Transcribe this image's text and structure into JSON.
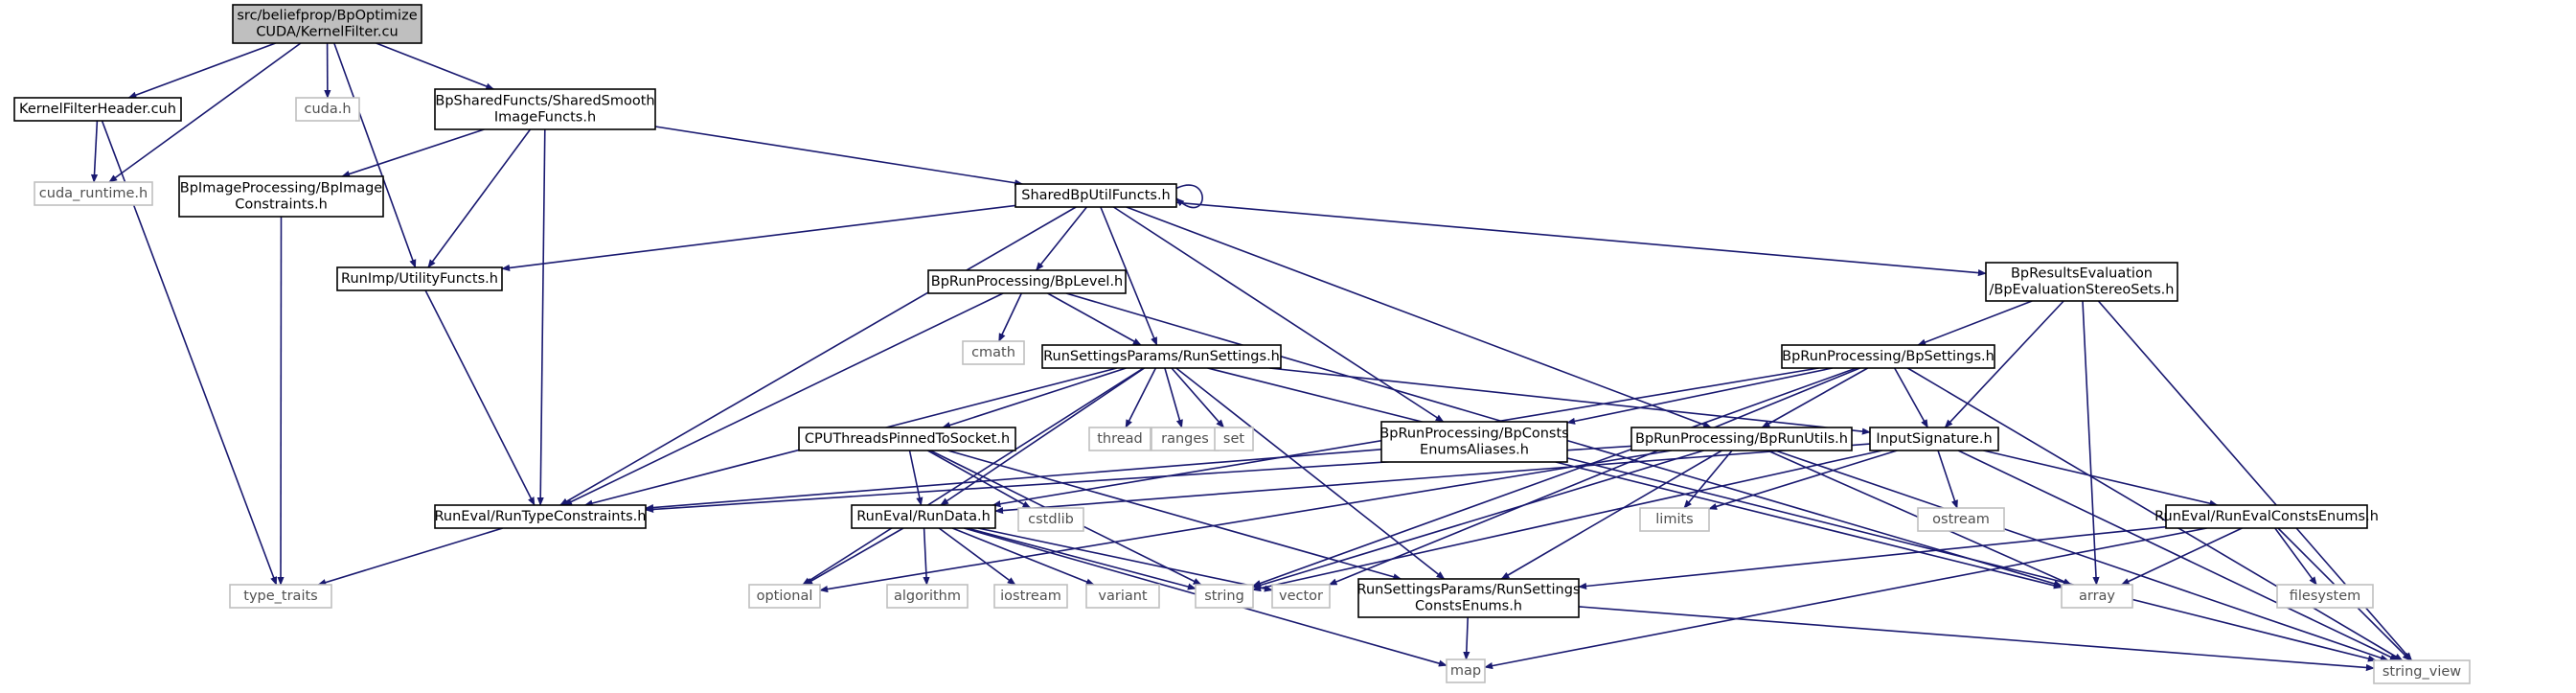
{
  "diagram": {
    "colors": {
      "edge": "#191970",
      "node_border": "#000000",
      "system_border": "#bfbfbf",
      "root_fill": "#bfbfbf",
      "text": "#000000",
      "system_text": "#505050"
    },
    "nodes": [
      {
        "id": "root",
        "kind": "root",
        "lines": [
          "src/beliefprop/BpOptimize",
          "CUDA/KernelFilter.cu"
        ]
      },
      {
        "id": "kfh",
        "kind": "file",
        "lines": [
          "KernelFilterHeader.cuh"
        ]
      },
      {
        "id": "cuda_runtime",
        "kind": "system",
        "lines": [
          "cuda_runtime.h"
        ]
      },
      {
        "id": "cuda_h",
        "kind": "system",
        "lines": [
          "cuda.h"
        ]
      },
      {
        "id": "ssif",
        "kind": "file",
        "lines": [
          "BpSharedFuncts/SharedSmooth",
          "ImageFuncts.h"
        ]
      },
      {
        "id": "bpimg",
        "kind": "file",
        "lines": [
          "BpImageProcessing/BpImage",
          "Constraints.h"
        ]
      },
      {
        "id": "utilf",
        "kind": "file",
        "lines": [
          "RunImp/UtilityFuncts.h"
        ]
      },
      {
        "id": "sbpuf",
        "kind": "file",
        "lines": [
          "SharedBpUtilFuncts.h"
        ]
      },
      {
        "id": "bplevel",
        "kind": "file",
        "lines": [
          "BpRunProcessing/BpLevel.h"
        ]
      },
      {
        "id": "bpeval",
        "kind": "file",
        "lines": [
          "BpResultsEvaluation",
          "/BpEvaluationStereoSets.h"
        ]
      },
      {
        "id": "cmath",
        "kind": "system",
        "lines": [
          "cmath"
        ]
      },
      {
        "id": "rsrs",
        "kind": "file",
        "lines": [
          "RunSettingsParams/RunSettings.h"
        ]
      },
      {
        "id": "bpset",
        "kind": "file",
        "lines": [
          "BpRunProcessing/BpSettings.h"
        ]
      },
      {
        "id": "cpu",
        "kind": "file",
        "lines": [
          "CPUThreadsPinnedToSocket.h"
        ]
      },
      {
        "id": "thread",
        "kind": "system",
        "lines": [
          "thread"
        ]
      },
      {
        "id": "ranges",
        "kind": "system",
        "lines": [
          "ranges"
        ]
      },
      {
        "id": "set",
        "kind": "system",
        "lines": [
          "set"
        ]
      },
      {
        "id": "bpconsts",
        "kind": "file",
        "lines": [
          "BpRunProcessing/BpConsts",
          "EnumsAliases.h"
        ]
      },
      {
        "id": "bprunutils",
        "kind": "file",
        "lines": [
          "BpRunProcessing/BpRunUtils.h"
        ]
      },
      {
        "id": "inputsig",
        "kind": "file",
        "lines": [
          "InputSignature.h"
        ]
      },
      {
        "id": "rtc",
        "kind": "file",
        "lines": [
          "RunEval/RunTypeConstraints.h"
        ]
      },
      {
        "id": "cstdlib",
        "kind": "system",
        "lines": [
          "cstdlib"
        ]
      },
      {
        "id": "rundata",
        "kind": "file",
        "lines": [
          "RunEval/RunData.h"
        ]
      },
      {
        "id": "limits",
        "kind": "system",
        "lines": [
          "limits"
        ]
      },
      {
        "id": "ostream",
        "kind": "system",
        "lines": [
          "ostream"
        ]
      },
      {
        "id": "recons",
        "kind": "file",
        "lines": [
          "RunEval/RunEvalConstsEnums.h"
        ]
      },
      {
        "id": "type_traits",
        "kind": "system",
        "lines": [
          "type_traits"
        ]
      },
      {
        "id": "optional",
        "kind": "system",
        "lines": [
          "optional"
        ]
      },
      {
        "id": "algorithm",
        "kind": "system",
        "lines": [
          "algorithm"
        ]
      },
      {
        "id": "iostream",
        "kind": "system",
        "lines": [
          "iostream"
        ]
      },
      {
        "id": "variant",
        "kind": "system",
        "lines": [
          "variant"
        ]
      },
      {
        "id": "string",
        "kind": "system",
        "lines": [
          "string"
        ]
      },
      {
        "id": "vector",
        "kind": "system",
        "lines": [
          "vector"
        ]
      },
      {
        "id": "rsce",
        "kind": "file",
        "lines": [
          "RunSettingsParams/RunSettings",
          "ConstsEnums.h"
        ]
      },
      {
        "id": "array",
        "kind": "system",
        "lines": [
          "array"
        ]
      },
      {
        "id": "filesystem",
        "kind": "system",
        "lines": [
          "filesystem"
        ]
      },
      {
        "id": "map",
        "kind": "system",
        "lines": [
          "map"
        ]
      },
      {
        "id": "string_view",
        "kind": "system",
        "lines": [
          "string_view"
        ]
      }
    ],
    "edges": [
      [
        "root",
        "kfh"
      ],
      [
        "root",
        "cuda_runtime"
      ],
      [
        "root",
        "cuda_h"
      ],
      [
        "root",
        "ssif"
      ],
      [
        "root",
        "utilf"
      ],
      [
        "kfh",
        "cuda_runtime"
      ],
      [
        "kfh",
        "type_traits"
      ],
      [
        "ssif",
        "bpimg"
      ],
      [
        "ssif",
        "utilf"
      ],
      [
        "ssif",
        "sbpuf"
      ],
      [
        "ssif",
        "rtc"
      ],
      [
        "bpimg",
        "type_traits"
      ],
      [
        "utilf",
        "rtc"
      ],
      [
        "sbpuf",
        "sbpuf"
      ],
      [
        "sbpuf",
        "utilf"
      ],
      [
        "sbpuf",
        "bplevel"
      ],
      [
        "sbpuf",
        "bpeval"
      ],
      [
        "sbpuf",
        "rsrs"
      ],
      [
        "sbpuf",
        "bpconsts"
      ],
      [
        "sbpuf",
        "bprunutils"
      ],
      [
        "sbpuf",
        "rtc"
      ],
      [
        "bplevel",
        "cmath"
      ],
      [
        "bplevel",
        "rsrs"
      ],
      [
        "bplevel",
        "rtc"
      ],
      [
        "bplevel",
        "array"
      ],
      [
        "bpeval",
        "bpset"
      ],
      [
        "bpeval",
        "inputsig"
      ],
      [
        "bpeval",
        "array"
      ],
      [
        "bpeval",
        "string_view"
      ],
      [
        "rsrs",
        "cpu"
      ],
      [
        "rsrs",
        "thread"
      ],
      [
        "rsrs",
        "ranges"
      ],
      [
        "rsrs",
        "set"
      ],
      [
        "rsrs",
        "inputsig"
      ],
      [
        "rsrs",
        "rundata"
      ],
      [
        "rsrs",
        "rtc"
      ],
      [
        "rsrs",
        "optional"
      ],
      [
        "rsrs",
        "rsce"
      ],
      [
        "rsrs",
        "string_view"
      ],
      [
        "bpset",
        "bpconsts"
      ],
      [
        "bpset",
        "bprunutils"
      ],
      [
        "bpset",
        "inputsig"
      ],
      [
        "bpset",
        "rundata"
      ],
      [
        "bpset",
        "string"
      ],
      [
        "bpset",
        "vector"
      ],
      [
        "bpset",
        "string_view"
      ],
      [
        "cpu",
        "rundata"
      ],
      [
        "cpu",
        "cstdlib"
      ],
      [
        "cpu",
        "string"
      ],
      [
        "cpu",
        "rsce"
      ],
      [
        "bpconsts",
        "rtc"
      ],
      [
        "bpconsts",
        "array"
      ],
      [
        "bprunutils",
        "rtc"
      ],
      [
        "bprunutils",
        "optional"
      ],
      [
        "bprunutils",
        "string"
      ],
      [
        "bprunutils",
        "rsce"
      ],
      [
        "bprunutils",
        "limits"
      ],
      [
        "bprunutils",
        "array"
      ],
      [
        "bprunutils",
        "string_view"
      ],
      [
        "inputsig",
        "limits"
      ],
      [
        "inputsig",
        "ostream"
      ],
      [
        "inputsig",
        "recons"
      ],
      [
        "inputsig",
        "string"
      ],
      [
        "inputsig",
        "rundata"
      ],
      [
        "inputsig",
        "string_view"
      ],
      [
        "rtc",
        "type_traits"
      ],
      [
        "rundata",
        "optional"
      ],
      [
        "rundata",
        "algorithm"
      ],
      [
        "rundata",
        "iostream"
      ],
      [
        "rundata",
        "variant"
      ],
      [
        "rundata",
        "string"
      ],
      [
        "rundata",
        "vector"
      ],
      [
        "rundata",
        "map"
      ],
      [
        "recons",
        "rsce"
      ],
      [
        "recons",
        "array"
      ],
      [
        "recons",
        "filesystem"
      ],
      [
        "recons",
        "map"
      ],
      [
        "recons",
        "string_view"
      ],
      [
        "rsce",
        "map"
      ],
      [
        "rsce",
        "string_view"
      ]
    ]
  }
}
